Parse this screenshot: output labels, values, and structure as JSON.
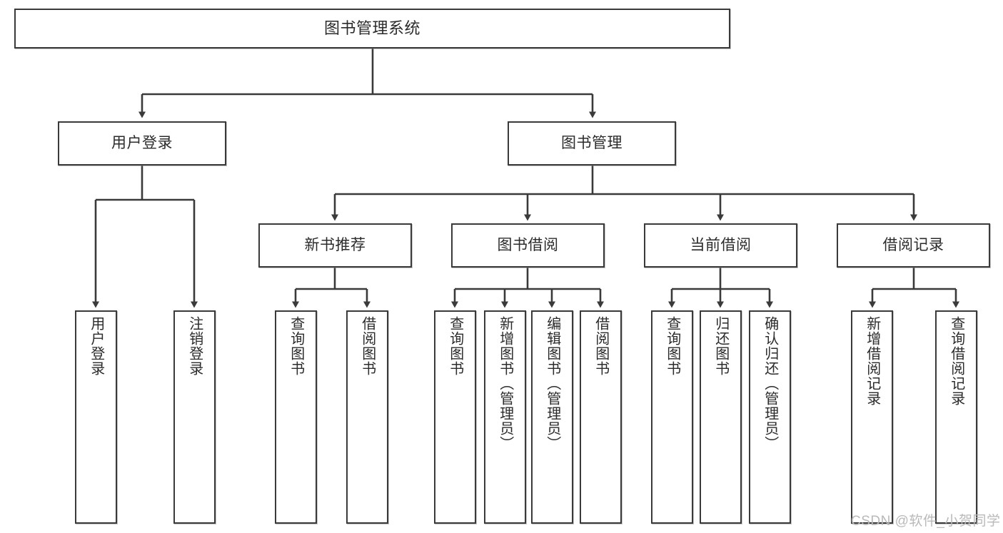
{
  "diagram": {
    "title_box": {
      "label": "图书管理系统"
    },
    "level2": [
      {
        "id": "user-login",
        "label": "用户登录"
      },
      {
        "id": "book-manage",
        "label": "图书管理"
      }
    ],
    "level3": [
      {
        "id": "new-book-recommend",
        "label": "新书推荐"
      },
      {
        "id": "book-borrow",
        "label": "图书借阅"
      },
      {
        "id": "current-borrow",
        "label": "当前借阅"
      },
      {
        "id": "borrow-record",
        "label": "借阅记录"
      }
    ],
    "leaves": [
      {
        "id": "leaf-user-login",
        "label": "用户登录",
        "parent": "用户登录"
      },
      {
        "id": "leaf-user-logout",
        "label": "注销登录",
        "parent": "用户登录"
      },
      {
        "id": "leaf-query-book-1",
        "label": "查询图书",
        "parent": "新书推荐"
      },
      {
        "id": "leaf-borrow-book-1",
        "label": "借阅图书",
        "parent": "新书推荐"
      },
      {
        "id": "leaf-query-book-2",
        "label": "查询图书",
        "parent": "图书借阅"
      },
      {
        "id": "leaf-add-book",
        "label": "新增图书（管理员）",
        "parent": "图书借阅"
      },
      {
        "id": "leaf-edit-book",
        "label": "编辑图书（管理员）",
        "parent": "图书借阅"
      },
      {
        "id": "leaf-borrow-book-2",
        "label": "借阅图书",
        "parent": "图书借阅"
      },
      {
        "id": "leaf-query-book-3",
        "label": "查询图书",
        "parent": "当前借阅"
      },
      {
        "id": "leaf-return-book",
        "label": "归还图书",
        "parent": "当前借阅"
      },
      {
        "id": "leaf-confirm-return",
        "label": "确认归还（管理员）",
        "parent": "当前借阅"
      },
      {
        "id": "leaf-add-record",
        "label": "新增借阅记录",
        "parent": "借阅记录"
      },
      {
        "id": "leaf-query-record",
        "label": "查询借阅记录",
        "parent": "借阅记录"
      }
    ]
  },
  "watermark": {
    "text": "CSDN @软件_小贺同学"
  },
  "colors": {
    "stroke": "#3a3a3a",
    "text": "#2b2b2b",
    "background": "#ffffff",
    "watermark": "#b9b9b9"
  }
}
